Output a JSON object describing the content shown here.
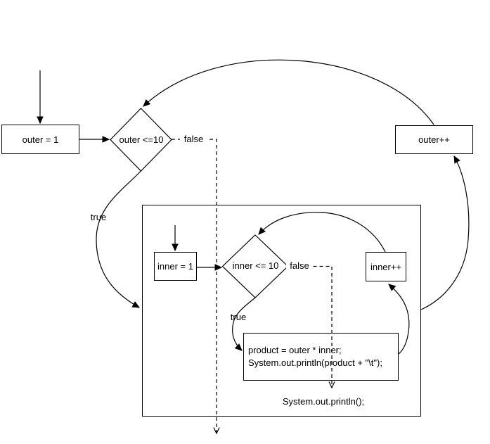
{
  "colors": {
    "stroke": "#000000",
    "background": "#ffffff"
  },
  "outer_loop": {
    "init": "outer = 1",
    "condition": "outer <=10",
    "true_label": "true",
    "false_label": "false",
    "increment": "outer++"
  },
  "inner_loop": {
    "init": "inner = 1",
    "condition": "inner <= 10",
    "true_label": "true",
    "false_label": "false",
    "increment": "inner++",
    "body_line1": "product = outer * inner;",
    "body_line2": "System.out.println(product + \"\\t\");",
    "after_loop": "System.out.println();"
  }
}
